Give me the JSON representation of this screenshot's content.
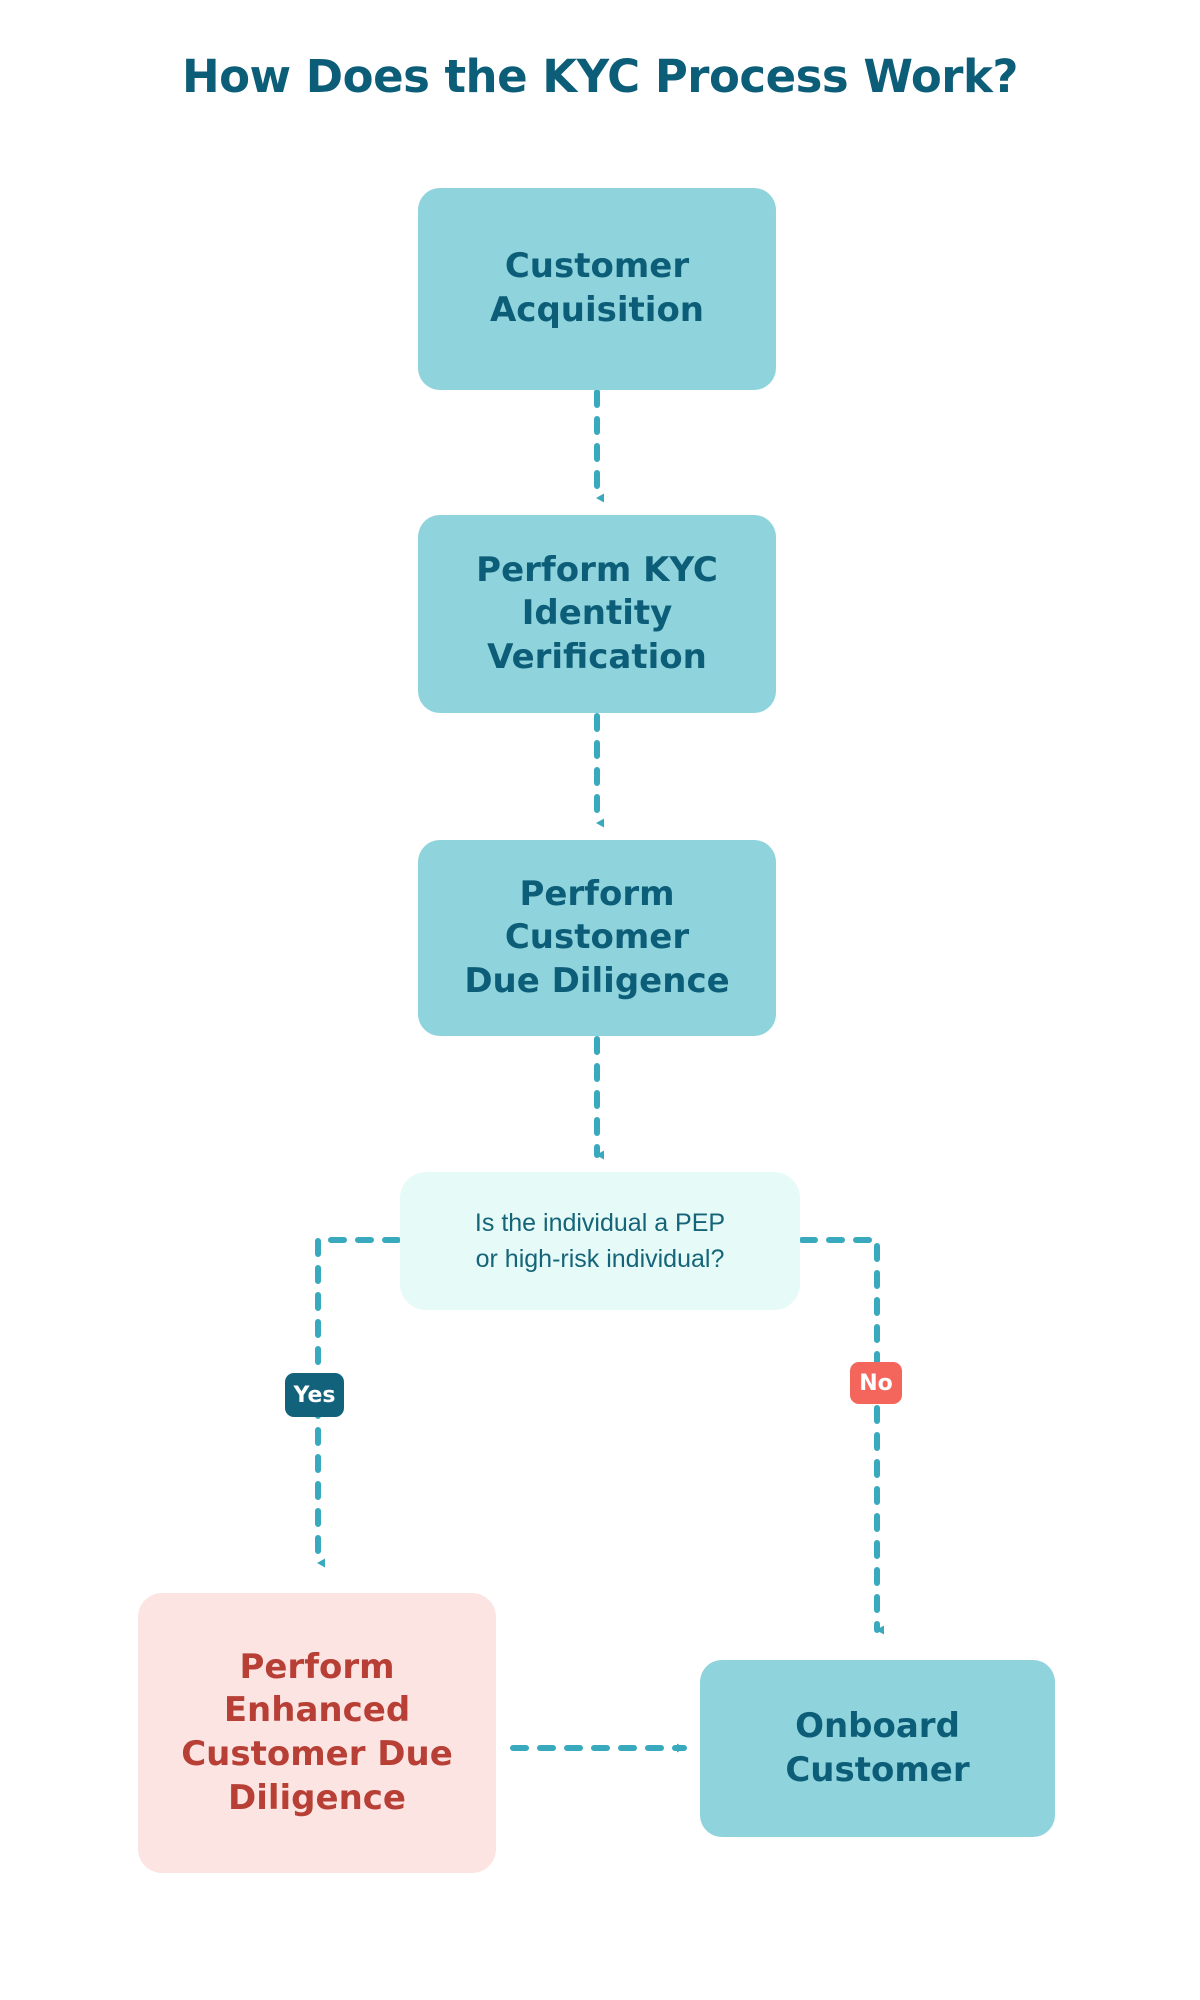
{
  "title": "How Does the KYC Process Work?",
  "colors": {
    "title_text": "#0c5d77",
    "process_fill": "#8fd3dc",
    "process_text": "#0c5d77",
    "decision_fill": "#e6fbf7",
    "decision_text": "#156479",
    "alert_fill": "#fbe4e2",
    "alert_text": "#b83f35",
    "connector": "#39a9bd",
    "yes_badge_fill": "#12627b",
    "no_badge_fill": "#f4655c",
    "badge_text": "#ffffff",
    "background": "#ffffff"
  },
  "nodes": {
    "acquisition": {
      "label": "Customer\nAcquisition",
      "type": "process"
    },
    "kyc_identity": {
      "label": "Perform KYC\nIdentity\nVerification",
      "type": "process"
    },
    "customer_due_diligence": {
      "label": "Perform\nCustomer\nDue Diligence",
      "type": "process"
    },
    "decision": {
      "label": "Is the individual a PEP\nor high-risk individual?",
      "type": "decision"
    },
    "enhanced_due_diligence": {
      "label": "Perform\nEnhanced\nCustomer Due\nDiligence",
      "type": "alert"
    },
    "onboard": {
      "label": "Onboard\nCustomer",
      "type": "process"
    }
  },
  "branch_labels": {
    "yes": "Yes",
    "no": "No"
  },
  "edges": [
    {
      "from": "acquisition",
      "to": "kyc_identity",
      "label": "",
      "style": "dashed-arrow-down"
    },
    {
      "from": "kyc_identity",
      "to": "customer_due_diligence",
      "label": "",
      "style": "dashed-arrow-down"
    },
    {
      "from": "customer_due_diligence",
      "to": "decision",
      "label": "",
      "style": "dashed-arrow-down"
    },
    {
      "from": "decision",
      "to": "enhanced_due_diligence",
      "label": "Yes",
      "style": "dashed-elbow-left-down"
    },
    {
      "from": "decision",
      "to": "onboard",
      "label": "No",
      "style": "dashed-elbow-right-down"
    },
    {
      "from": "enhanced_due_diligence",
      "to": "onboard",
      "label": "",
      "style": "dashed-arrow-right"
    }
  ]
}
